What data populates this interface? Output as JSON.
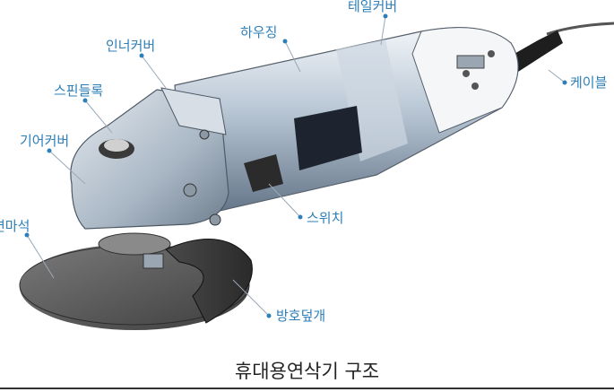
{
  "labels": {
    "tail_cover": "테일커버",
    "housing": "하우징",
    "inner_cover": "인너커버",
    "spindle_lock": "스핀들록",
    "gear_cover": "기어커버",
    "grinding_stone": "연마석",
    "switch": "스위치",
    "cable": "케이블",
    "guard": "방호덮개"
  },
  "caption": "휴대용연삭기 구조",
  "colors": {
    "label": "#2e7fb8",
    "body_light": "#dfe6ee",
    "body_mid": "#a9b9c9",
    "body_dark": "#5f6f80",
    "disc": "#585858",
    "handle": "#1e1e1e"
  }
}
